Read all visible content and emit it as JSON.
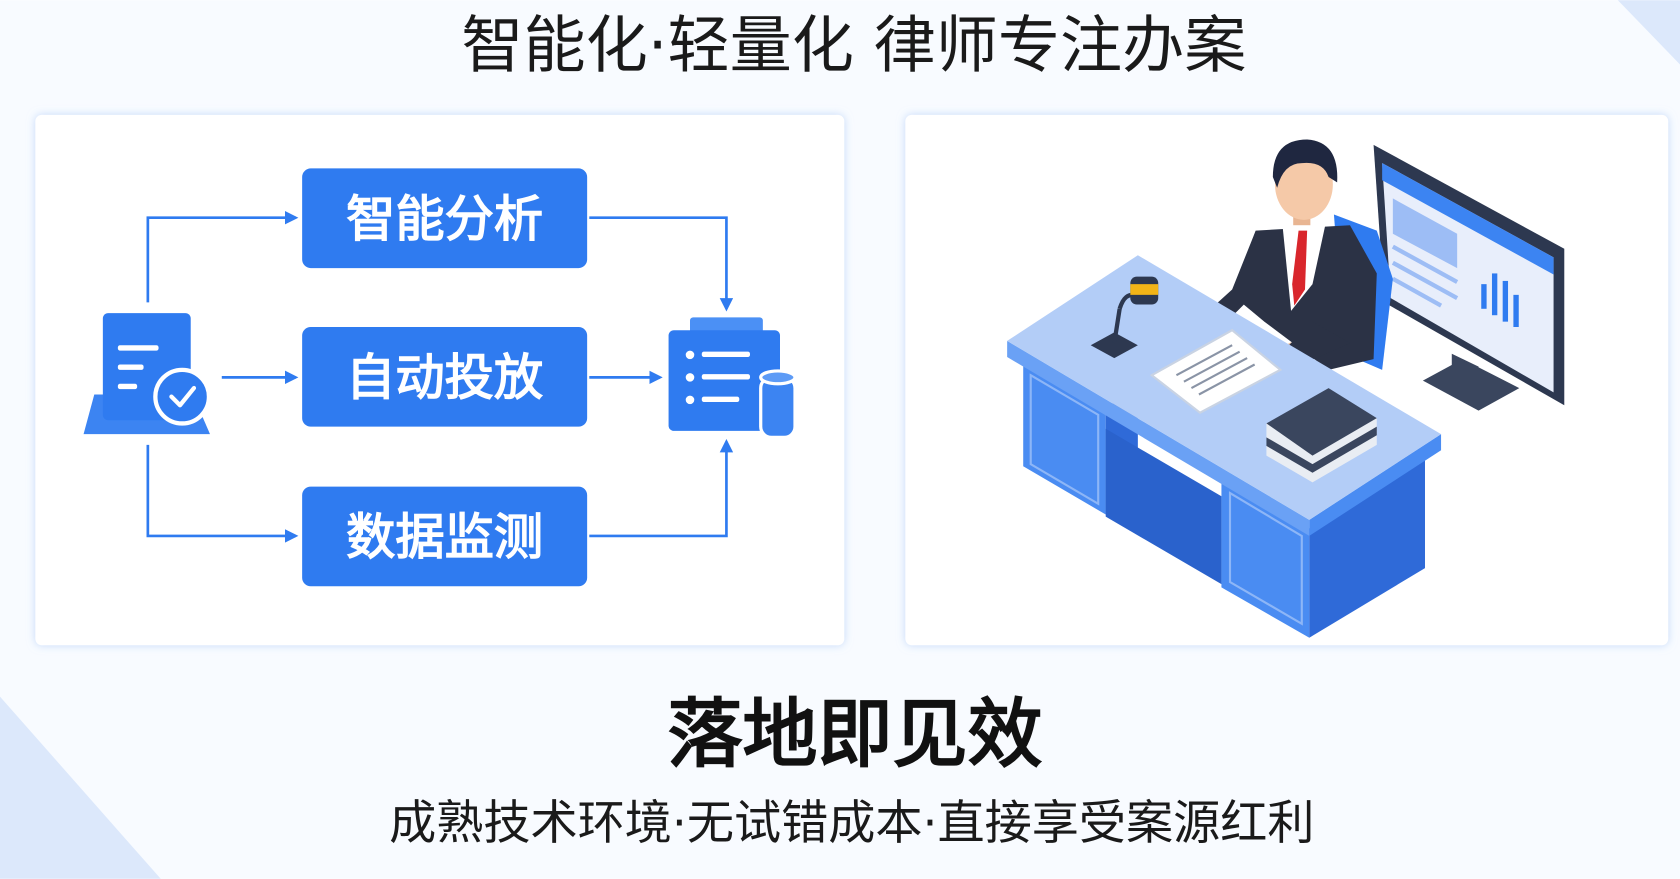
{
  "header": {
    "title": "智能化·轻量化 律师专注办案"
  },
  "flow": {
    "steps": [
      {
        "label": "智能分析"
      },
      {
        "label": "自动投放"
      },
      {
        "label": "数据监测"
      }
    ],
    "source_icon": "document-check-icon",
    "target_icon": "list-database-icon"
  },
  "illustration": {
    "icon": "lawyer-at-desk-illustration"
  },
  "footer": {
    "headline": "落地即见效",
    "tagline": "成熟技术环境·无试错成本·直接享受案源红利"
  },
  "colors": {
    "accent": "#2f7bf0",
    "text": "#1a1a1a",
    "decor": "#dce8fb"
  }
}
